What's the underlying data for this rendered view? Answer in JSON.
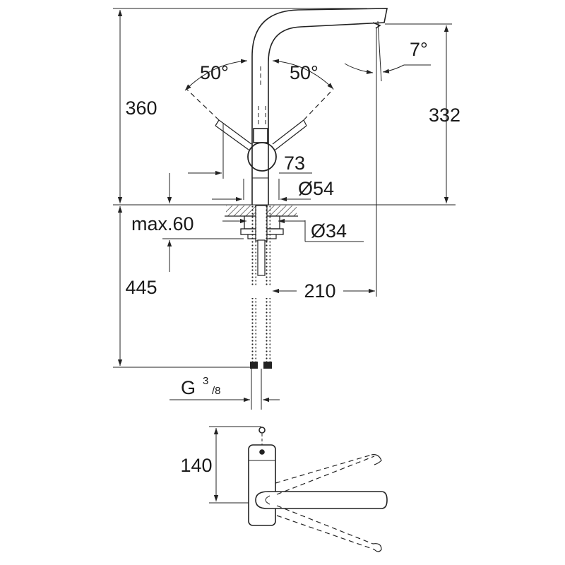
{
  "drawing": {
    "dimensions": {
      "total_height": "360",
      "spout_height": "332",
      "spout_angle": "7°",
      "lever_angle_left": "50°",
      "lever_angle_right": "50°",
      "lever_offset": "73",
      "base_diameter": "Ø54",
      "max_deck": "max.60",
      "hole_diameter": "Ø34",
      "hose_length": "445",
      "spout_reach": "210",
      "connection_g": "G",
      "connection_num": "3",
      "connection_den": "/8",
      "top_view_depth": "140"
    }
  }
}
